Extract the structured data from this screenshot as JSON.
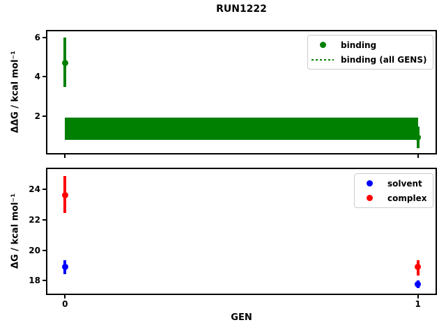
{
  "chart_data": [
    {
      "type": "scatter",
      "title": "RUN1222",
      "ylabel": "ΔΔG / kcal mol⁻¹",
      "xlim": [
        -0.05,
        1.05
      ],
      "ylim": [
        0.15,
        6.3
      ],
      "yticks": [
        2,
        4,
        6
      ],
      "xticks": [
        0,
        1
      ],
      "grid": false,
      "legend_position": "upper right",
      "legend": [
        {
          "label": "binding",
          "marker": "dot",
          "color": "#008000"
        },
        {
          "label": "binding (all GENS)",
          "marker": "dotted-line",
          "color": "#008000"
        }
      ],
      "series": [
        {
          "name": "binding",
          "color": "#008000",
          "points": [
            {
              "x": 0,
              "y": 4.7,
              "err_lo": 3.5,
              "err_hi": 6.0
            },
            {
              "x": 1,
              "y": 0.95,
              "err_lo": 0.4,
              "err_hi": 1.5
            }
          ]
        }
      ],
      "band": {
        "name": "binding (all GENS)",
        "color": "#008000",
        "x0": 0,
        "x1": 1,
        "y_center": 1.38,
        "y_lo": 0.82,
        "y_hi": 1.94
      }
    },
    {
      "type": "scatter",
      "ylabel": "ΔG / kcal mol⁻¹",
      "xlabel": "GEN",
      "xlim": [
        -0.05,
        1.05
      ],
      "ylim": [
        17.15,
        25.35
      ],
      "yticks": [
        18,
        20,
        22,
        24
      ],
      "xticks": [
        0,
        1
      ],
      "xticklabels": [
        "0",
        "1"
      ],
      "grid": false,
      "legend_position": "upper right",
      "legend": [
        {
          "label": "solvent",
          "marker": "dot",
          "color": "#0000ff"
        },
        {
          "label": "complex",
          "marker": "dot",
          "color": "#ff0000"
        }
      ],
      "series": [
        {
          "name": "solvent",
          "color": "#0000ff",
          "points": [
            {
              "x": 0,
              "y": 18.9,
              "err_lo": 18.45,
              "err_hi": 19.35
            },
            {
              "x": 1,
              "y": 17.75,
              "err_lo": 17.5,
              "err_hi": 18.0
            }
          ]
        },
        {
          "name": "complex",
          "color": "#ff0000",
          "points": [
            {
              "x": 0,
              "y": 23.65,
              "err_lo": 22.45,
              "err_hi": 24.9
            },
            {
              "x": 1,
              "y": 18.9,
              "err_lo": 18.35,
              "err_hi": 19.35
            }
          ]
        }
      ]
    }
  ]
}
